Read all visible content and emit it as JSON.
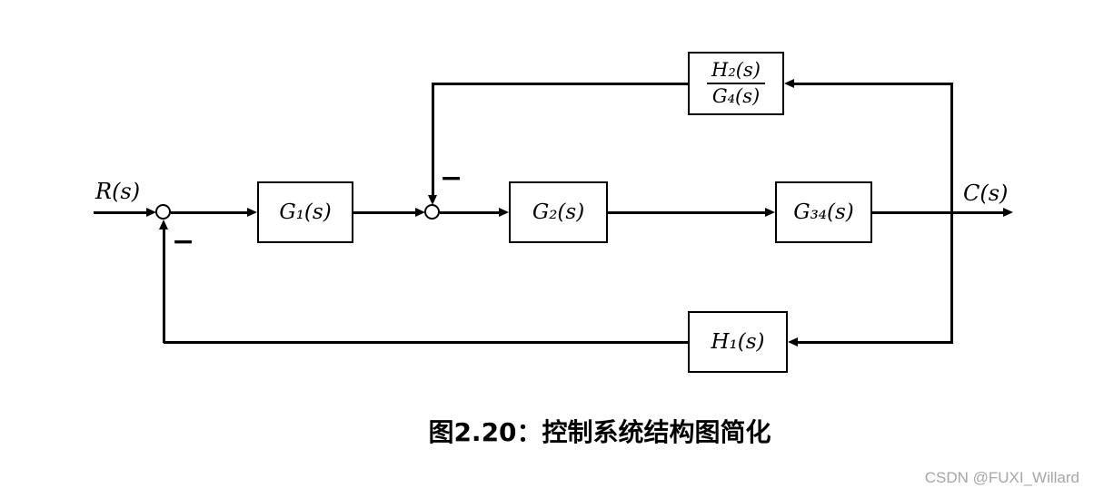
{
  "diagram": {
    "type": "control-system-block-diagram",
    "input_label": "R(s)",
    "output_label": "C(s)",
    "blocks": {
      "g1": {
        "label": "G₁(s)"
      },
      "g2": {
        "label": "G₂(s)"
      },
      "g34": {
        "label": "G₃₄(s)"
      },
      "h1": {
        "label": "H₁(s)"
      },
      "h2_over_g4": {
        "numerator": "H₂(s)",
        "denominator": "G₄(s)"
      }
    },
    "summing_junctions": [
      {
        "name": "sum-1",
        "sign": "−",
        "sign_position": "below"
      },
      {
        "name": "sum-2",
        "sign": "−",
        "sign_position": "above"
      }
    ],
    "connections": [
      "R(s) → sum-1 → G₁(s) → sum-2 → G₂(s) → G₃₄(s) → C(s)",
      "C(s) → H₂(s)/G₄(s) → sum-2 (negative)",
      "C(s) → H₁(s) → sum-1 (negative)"
    ]
  },
  "caption": "图2.20：控制系统结构图简化",
  "watermark": "CSDN @FUXI_Willard",
  "colors": {
    "background": "#ffffff",
    "line": "#000000",
    "watermark": "#a6a6a6"
  }
}
